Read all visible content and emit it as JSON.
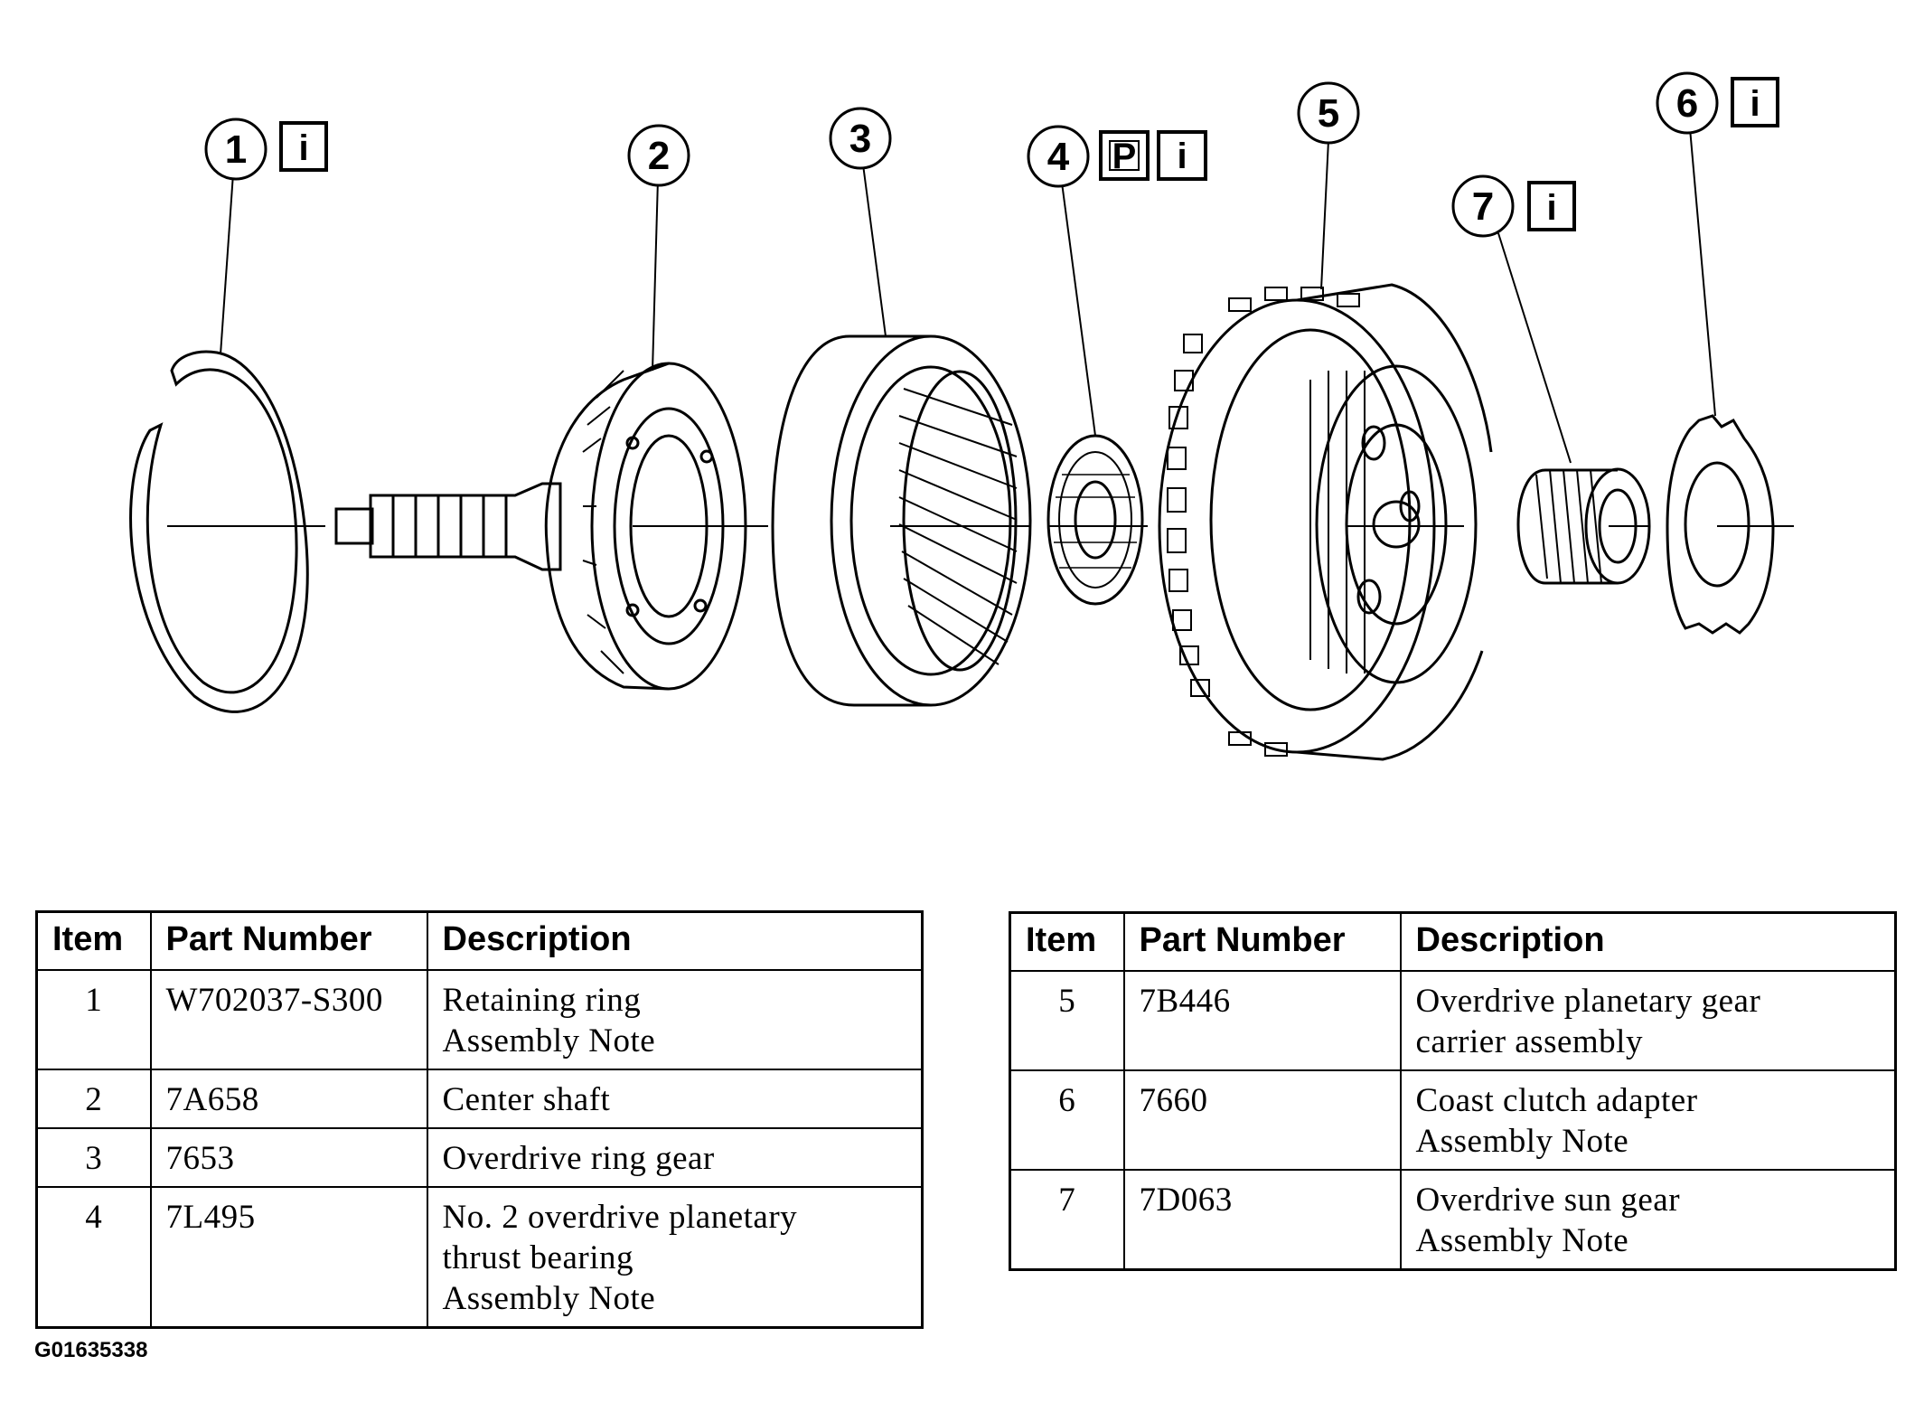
{
  "callouts": {
    "c1": {
      "number": "1"
    },
    "c2": {
      "number": "2"
    },
    "c3": {
      "number": "3"
    },
    "c4": {
      "number": "4"
    },
    "c5": {
      "number": "5"
    },
    "c6": {
      "number": "6"
    },
    "c7": {
      "number": "7"
    }
  },
  "badges": {
    "info": "i",
    "parking": "P"
  },
  "table_left": {
    "headers": {
      "item": "Item",
      "part_number": "Part Number",
      "description": "Description"
    },
    "rows": [
      {
        "item": "1",
        "part_number": "W702037-S300",
        "description": [
          "Retaining ring",
          "Assembly Note"
        ]
      },
      {
        "item": "2",
        "part_number": "7A658",
        "description": [
          "Center shaft"
        ]
      },
      {
        "item": "3",
        "part_number": "7653",
        "description": [
          "Overdrive ring gear"
        ]
      },
      {
        "item": "4",
        "part_number": "7L495",
        "description": [
          "No. 2 overdrive planetary",
          "thrust bearing",
          "Assembly Note"
        ]
      }
    ]
  },
  "table_right": {
    "headers": {
      "item": "Item",
      "part_number": "Part Number",
      "description": "Description"
    },
    "rows": [
      {
        "item": "5",
        "part_number": "7B446",
        "description": [
          "Overdrive planetary gear",
          "carrier assembly"
        ]
      },
      {
        "item": "6",
        "part_number": "7660",
        "description": [
          "Coast clutch adapter",
          "Assembly Note"
        ]
      },
      {
        "item": "7",
        "part_number": "7D063",
        "description": [
          "Overdrive sun gear",
          "Assembly Note"
        ]
      }
    ]
  },
  "figure_code": "G01635338"
}
